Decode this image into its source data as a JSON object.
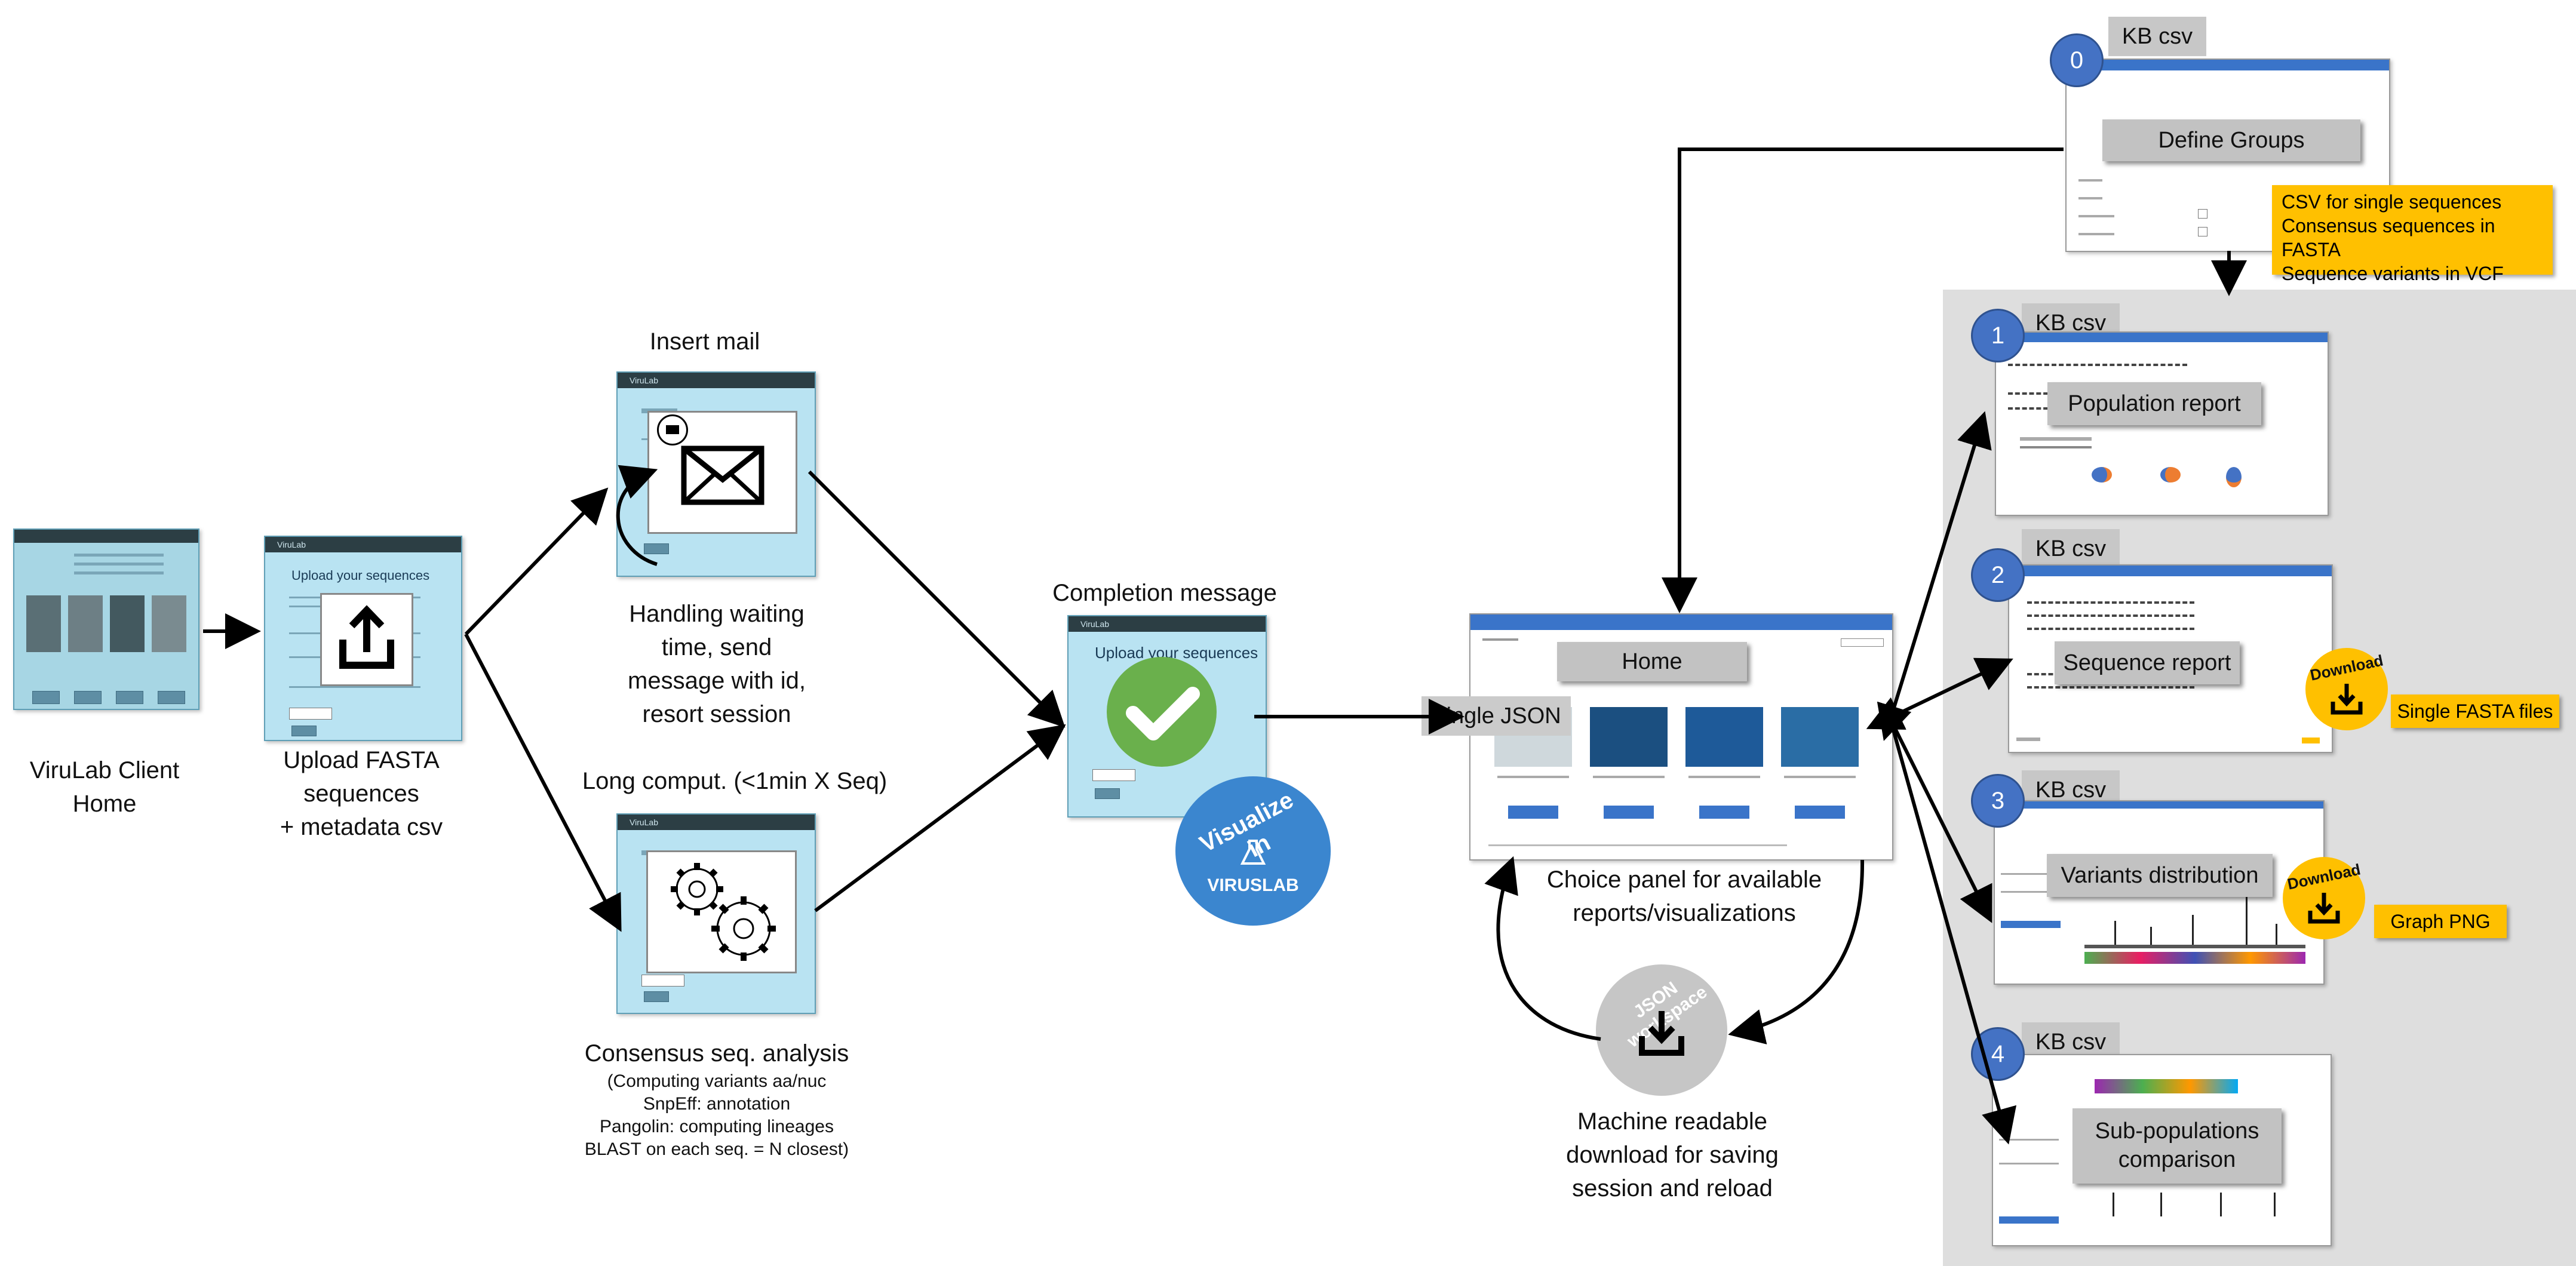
{
  "captions": {
    "client_home": [
      "ViruLab Client",
      "Home"
    ],
    "upload": [
      "Upload FASTA",
      "sequences",
      "+ metadata csv"
    ],
    "insert_mail": "Insert mail",
    "waiting": [
      "Handling waiting",
      "time, send",
      "message with id,",
      "resort session"
    ],
    "long_comp": "Long comput. (<1min X Seq)",
    "consensus_title": "Consensus seq. analysis",
    "consensus_details": [
      "(Computing variants aa/nuc",
      "SnpEff: annotation",
      "Pangolin: computing lineages",
      "BLAST on each seq. = N closest)"
    ],
    "completion": "Completion message",
    "choice_panel": [
      "Choice panel for available",
      "reports/visualizations"
    ],
    "machine_readable": [
      "Machine readable",
      "download for saving",
      "session and reload"
    ]
  },
  "screens": {
    "upload_title": "Upload your sequences",
    "app_name": "ViruLab",
    "completion_title": "Upload your sequences"
  },
  "badge": {
    "top": "Visualize in",
    "bottom": "VIRUSLAB"
  },
  "workspace": {
    "label": "JSON workspace"
  },
  "home": {
    "label": "Home",
    "single_json": "Single JSON"
  },
  "groups": {
    "kb_label": "KB csv",
    "number": "0",
    "label": "Define Groups"
  },
  "outputs": [
    "CSV for single sequences",
    "Consensus sequences in FASTA",
    "Sequence variants in VCF"
  ],
  "reports": [
    {
      "number": "1",
      "kb": "KB csv",
      "label": "Population report"
    },
    {
      "number": "2",
      "kb": "KB csv",
      "label": "Sequence report"
    },
    {
      "number": "3",
      "kb": "KB csv",
      "label": "Variants distribution"
    },
    {
      "number": "4",
      "kb": "KB csv",
      "label": [
        "Sub-populations",
        "comparison"
      ]
    }
  ],
  "downloads": [
    {
      "title": "Download",
      "label": "Single FASTA files"
    },
    {
      "title": "Download",
      "label": "Graph PNG"
    }
  ],
  "colors": {
    "panel_gray": "#dedede",
    "accent_blue": "#4472c4",
    "accent_yellow": "#ffc000",
    "screen_blue": "#b9e3f2"
  }
}
